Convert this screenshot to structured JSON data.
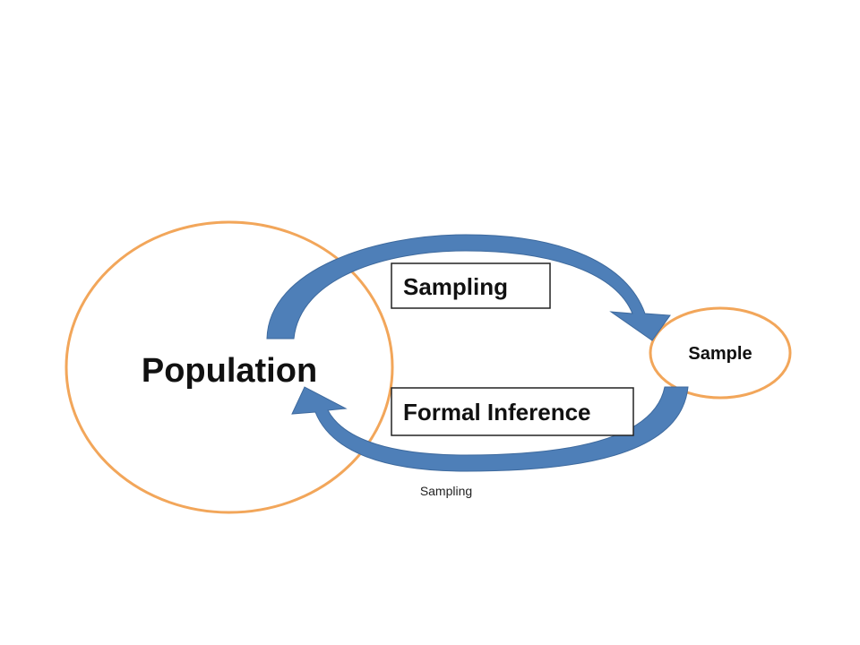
{
  "diagram": {
    "population_label": "Population",
    "sample_label": "Sample",
    "top_arrow_label": "Sampling",
    "bottom_arrow_label": "Formal Inference",
    "caption": "Sampling"
  },
  "colors": {
    "circle_stroke": "#F2A65A",
    "arrow_fill": "#4E7FB8",
    "arrow_stroke": "#3E6A9E",
    "box_stroke": "#222222",
    "text": "#111111"
  }
}
